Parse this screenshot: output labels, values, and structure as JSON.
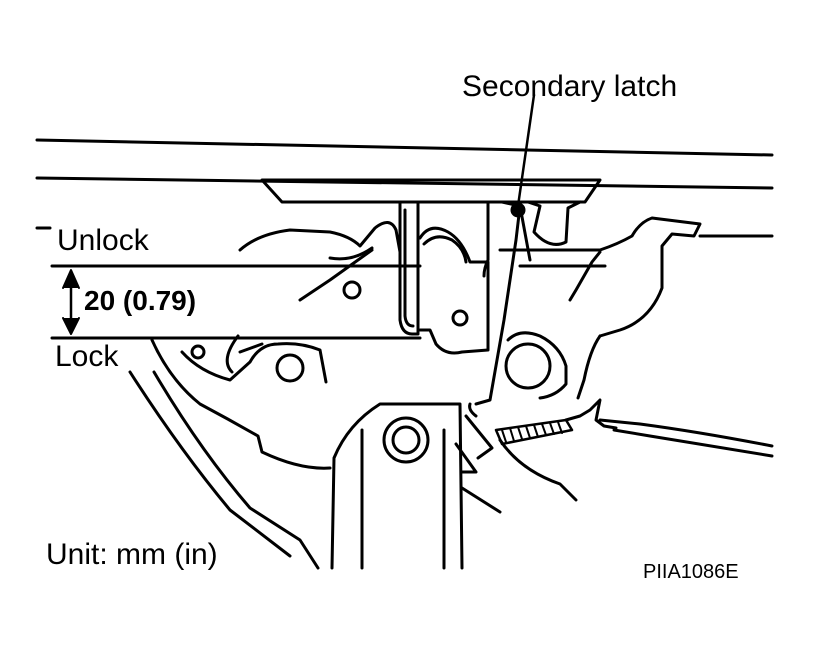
{
  "labels": {
    "secondary_latch": "Secondary latch",
    "unlock": "Unlock",
    "dimension": "20 (0.79)",
    "lock": "Lock",
    "unit": "Unit: mm (in)",
    "figure_id": "PIIA1086E"
  },
  "colors": {
    "line": "#000000",
    "background": "#ffffff"
  }
}
